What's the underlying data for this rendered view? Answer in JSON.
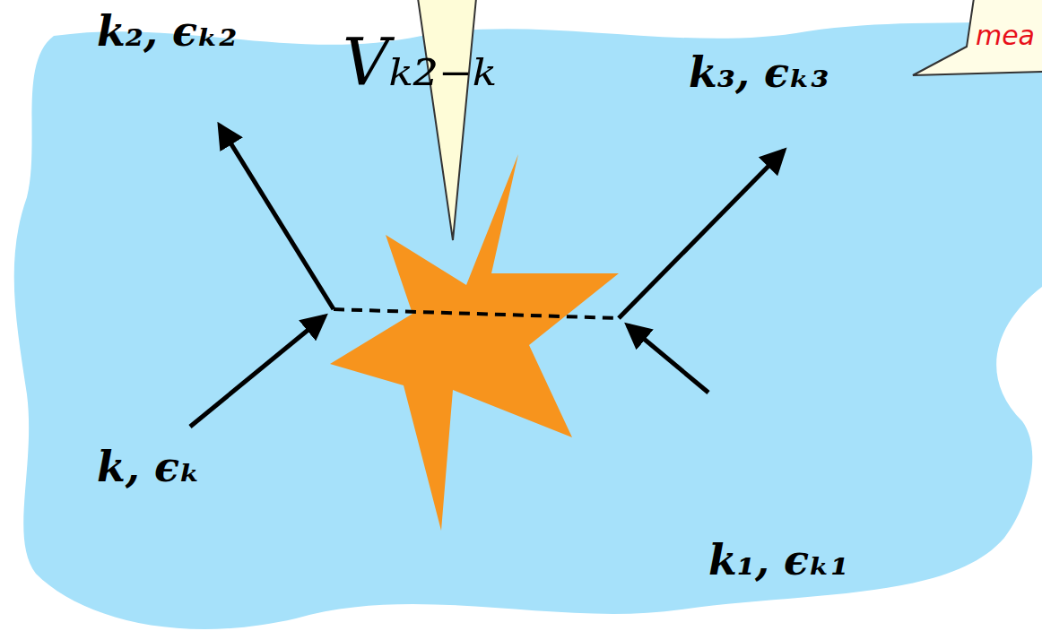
{
  "diagram": {
    "nodes": [
      {
        "text": [
          "mea"
        ]
      }
    ],
    "labels": [
      "k₂, ϵₖ₂",
      "k₃, ϵₖ₃",
      "Vₖ₂₋ₖ",
      "k, ϵₖ",
      "k₁, ϵₖ₁"
    ]
  }
}
